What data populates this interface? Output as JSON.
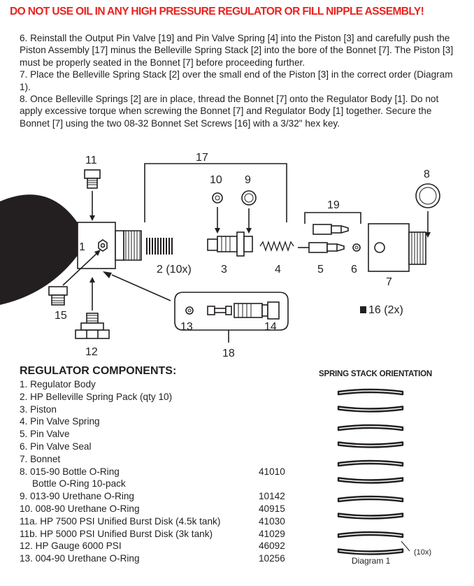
{
  "warning": "DO NOT USE OIL IN ANY HIGH PRESSURE REGULATOR OR FILL NIPPLE ASSEMBLY!",
  "steps": [
    "6. Reinstall the Output Pin Valve [19] and Pin Valve Spring [4] into the Piston [3] and carefully push the Piston Assembly [17] minus the Belleville Spring Stack [2] into the bore of the Bonnet [7]. The Piston [3] must be properly seated in the Bonnet [7] before proceeding further.",
    "7. Place the Belleville Spring Stack [2] over the small end of the Piston [3] in the correct order (Diagram 1).",
    "8. Once Belleville Springs [2] are in place, thread the Bonnet [7] onto the Regulator Body [1]. Do not apply excessive torque when screwing the Bonnet [7] and Regulator Body [1] together. Secure the Bonnet [7] using the two 08-32 Bonnet Set Screws [16] with a 3/32\" hex key."
  ],
  "diagram": {
    "labels": {
      "l1": "1",
      "l2": "2 (10x)",
      "l3": "3",
      "l4": "4",
      "l5": "5",
      "l6": "6",
      "l7": "7",
      "l8": "8",
      "l9": "9",
      "l10": "10",
      "l11": "11",
      "l12": "12",
      "l13": "13",
      "l14": "14",
      "l15": "15",
      "l16": "16 (2x)",
      "l17": "17",
      "l18": "18",
      "l19": "19"
    }
  },
  "components": {
    "title": "REGULATOR COMPONENTS:",
    "items": [
      {
        "name": "1. Regulator Body",
        "part": ""
      },
      {
        "name": "2. HP Belleville Spring Pack (qty 10)",
        "part": ""
      },
      {
        "name": "3. Piston",
        "part": ""
      },
      {
        "name": "4. Pin Valve Spring",
        "part": ""
      },
      {
        "name": "5. Pin Valve",
        "part": ""
      },
      {
        "name": "6. Pin Valve Seal",
        "part": ""
      },
      {
        "name": "7. Bonnet",
        "part": ""
      },
      {
        "name": "8. 015-90 Bottle O-Ring",
        "part": "41010"
      },
      {
        "name": "Bottle O-Ring 10-pack",
        "part": "",
        "indent": true
      },
      {
        "name": "9. 013-90 Urethane O-Ring",
        "part": "10142"
      },
      {
        "name": "10. 008-90 Urethane O-Ring",
        "part": "40915"
      },
      {
        "name": "11a. HP 7500 PSI Unified Burst Disk (4.5k tank)",
        "part": "41030"
      },
      {
        "name": "11b. HP 5000 PSI Unified Burst Disk (3k tank)",
        "part": "41029"
      },
      {
        "name": "12. HP Gauge 6000 PSI",
        "part": "46092"
      },
      {
        "name": "13. 004-90 Urethane O-Ring",
        "part": "10256"
      }
    ]
  },
  "spring_stack": {
    "title": "SPRING STACK ORIENTATION",
    "count_label": "(10x)",
    "caption": "Diagram 1"
  }
}
